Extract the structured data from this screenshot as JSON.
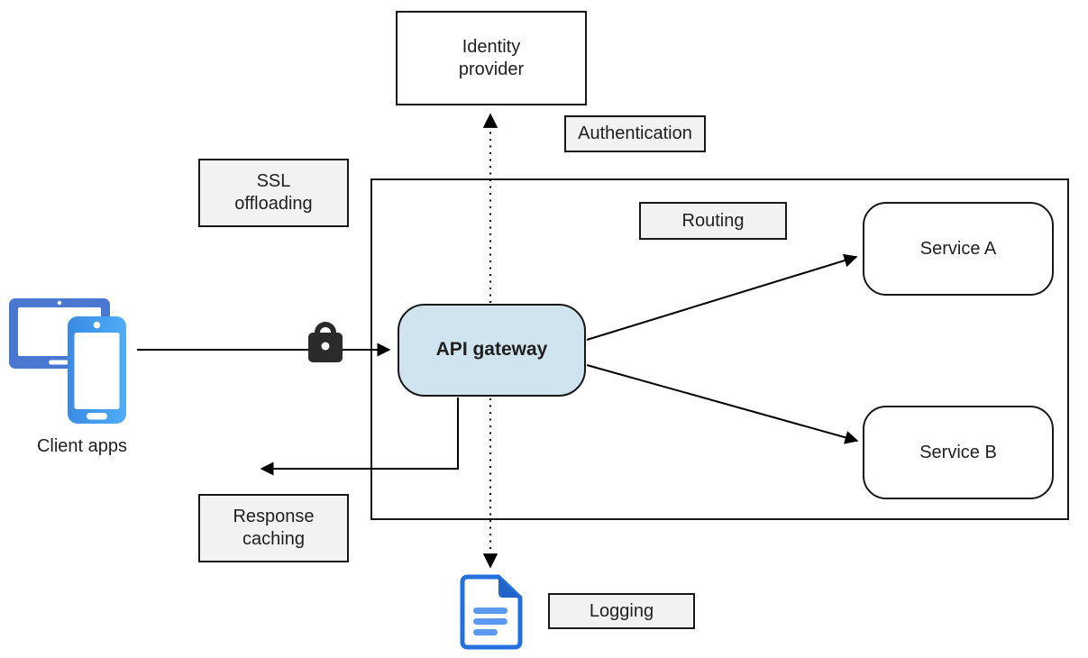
{
  "nodes": {
    "identity_provider": {
      "label": "Identity\nprovider"
    },
    "api_gateway": {
      "label": "API gateway"
    },
    "service_a": {
      "label": "Service A"
    },
    "service_b": {
      "label": "Service B"
    }
  },
  "annotations": {
    "authentication": "Authentication",
    "ssl_offloading": "SSL\noffloading",
    "routing": "Routing",
    "response_caching": "Response\ncaching",
    "logging": "Logging"
  },
  "client": {
    "label": "Client apps"
  },
  "icons": {
    "tablet": "tablet-icon",
    "phone": "smartphone-icon",
    "lock": "lock-icon",
    "document": "log-document-icon"
  },
  "edges": [
    {
      "from": "client-apps",
      "to": "api-gateway",
      "style": "solid"
    },
    {
      "from": "api-gateway",
      "to": "identity-provider",
      "style": "dotted"
    },
    {
      "from": "api-gateway",
      "to": "service-a",
      "style": "solid"
    },
    {
      "from": "api-gateway",
      "to": "service-b",
      "style": "solid"
    },
    {
      "from": "api-gateway",
      "to": "response-caching",
      "style": "solid"
    },
    {
      "from": "api-gateway",
      "to": "logging",
      "style": "dotted"
    }
  ],
  "colors": {
    "gateway_fill": "#cfe4ee",
    "label_fill": "#f2f2f2",
    "line": "#000000",
    "tablet_blue": "#4a78d1",
    "phone_blue_start": "#3a8ae4",
    "phone_blue_end": "#4fadf7",
    "doc_border": "#2470dd",
    "doc_fold": "#2264c8",
    "doc_lines": "#5b9af0",
    "lock_black": "#2b2b2b"
  }
}
